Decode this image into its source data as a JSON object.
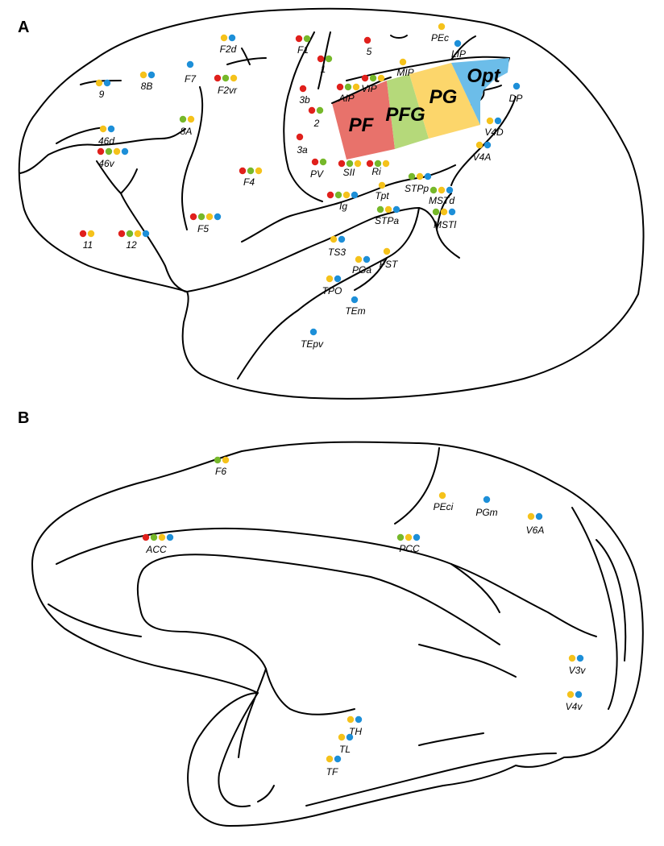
{
  "panels": {
    "a": "A",
    "b": "B"
  },
  "colors": {
    "red": "#e0201c",
    "green": "#76b82a",
    "yellow": "#f5c21b",
    "blue": "#1d8fd8",
    "pf": "#e8726b",
    "pfg": "#b5d97a",
    "pg": "#fcd66b",
    "opt": "#6cbde9"
  },
  "regions": [
    {
      "key": "pf",
      "label": "PF"
    },
    {
      "key": "pfg",
      "label": "PFG"
    },
    {
      "key": "pg",
      "label": "PG"
    },
    {
      "key": "opt",
      "label": "Opt"
    }
  ],
  "areas": [
    {
      "label": "F2d",
      "dots": [
        "yellow",
        "blue"
      ]
    },
    {
      "label": "F1",
      "dots": [
        "red",
        "green"
      ]
    },
    {
      "label": "5",
      "dots": [
        "red"
      ]
    },
    {
      "label": "PEc",
      "dots": [
        "yellow"
      ]
    },
    {
      "label": "LIP",
      "dots": [
        "blue"
      ]
    },
    {
      "label": "1",
      "dots": [
        "red",
        "green"
      ]
    },
    {
      "label": "MIP",
      "dots": [
        "yellow"
      ]
    },
    {
      "label": "9",
      "dots": [
        "yellow",
        "blue"
      ]
    },
    {
      "label": "8B",
      "dots": [
        "yellow",
        "blue"
      ]
    },
    {
      "label": "F7",
      "dots": [
        "blue"
      ]
    },
    {
      "label": "F2vr",
      "dots": [
        "red",
        "green",
        "yellow"
      ]
    },
    {
      "label": "3b",
      "dots": [
        "red"
      ]
    },
    {
      "label": "AIP",
      "dots": [
        "red",
        "green",
        "yellow"
      ]
    },
    {
      "label": "VIP",
      "dots": [
        "red",
        "green",
        "yellow"
      ]
    },
    {
      "label": "DP",
      "dots": [
        "blue"
      ]
    },
    {
      "label": "2",
      "dots": [
        "red",
        "green"
      ]
    },
    {
      "label": "8A",
      "dots": [
        "green",
        "yellow"
      ]
    },
    {
      "label": "46d",
      "dots": [
        "yellow",
        "blue"
      ]
    },
    {
      "label": "V4D",
      "dots": [
        "yellow",
        "blue"
      ]
    },
    {
      "label": "3a",
      "dots": [
        "red"
      ]
    },
    {
      "label": "46v",
      "dots": [
        "red",
        "green",
        "yellow",
        "blue"
      ]
    },
    {
      "label": "V4A",
      "dots": [
        "yellow",
        "blue"
      ]
    },
    {
      "label": "PV",
      "dots": [
        "red",
        "green"
      ]
    },
    {
      "label": "SII",
      "dots": [
        "red",
        "green",
        "yellow"
      ]
    },
    {
      "label": "Ri",
      "dots": [
        "red",
        "green",
        "yellow"
      ]
    },
    {
      "label": "F4",
      "dots": [
        "red",
        "green",
        "yellow"
      ]
    },
    {
      "label": "STPp",
      "dots": [
        "green",
        "yellow",
        "blue"
      ]
    },
    {
      "label": "Tpt",
      "dots": [
        "yellow"
      ]
    },
    {
      "label": "Ig",
      "dots": [
        "red",
        "green",
        "yellow",
        "blue"
      ]
    },
    {
      "label": "MSTd",
      "dots": [
        "green",
        "yellow",
        "blue"
      ]
    },
    {
      "label": "STPa",
      "dots": [
        "green",
        "yellow",
        "blue"
      ]
    },
    {
      "label": "MSTl",
      "dots": [
        "green",
        "yellow",
        "blue"
      ]
    },
    {
      "label": "F5",
      "dots": [
        "red",
        "green",
        "yellow",
        "blue"
      ]
    },
    {
      "label": "11",
      "dots": [
        "red",
        "yellow"
      ]
    },
    {
      "label": "12",
      "dots": [
        "red",
        "green",
        "yellow",
        "blue"
      ]
    },
    {
      "label": "TS3",
      "dots": [
        "yellow",
        "blue"
      ]
    },
    {
      "label": "FST",
      "dots": [
        "yellow"
      ]
    },
    {
      "label": "PGa",
      "dots": [
        "yellow",
        "blue"
      ]
    },
    {
      "label": "TPO",
      "dots": [
        "yellow",
        "blue"
      ]
    },
    {
      "label": "TEm",
      "dots": [
        "blue"
      ]
    },
    {
      "label": "TEpv",
      "dots": [
        "blue"
      ]
    },
    {
      "label": "F6",
      "dots": [
        "green",
        "yellow"
      ]
    },
    {
      "label": "PEci",
      "dots": [
        "yellow"
      ]
    },
    {
      "label": "PGm",
      "dots": [
        "blue"
      ]
    },
    {
      "label": "V6A",
      "dots": [
        "yellow",
        "blue"
      ]
    },
    {
      "label": "ACC",
      "dots": [
        "red",
        "green",
        "yellow",
        "blue"
      ]
    },
    {
      "label": "PCC",
      "dots": [
        "green",
        "yellow",
        "blue"
      ]
    },
    {
      "label": "V3v",
      "dots": [
        "yellow",
        "blue"
      ]
    },
    {
      "label": "V4v",
      "dots": [
        "yellow",
        "blue"
      ]
    },
    {
      "label": "TH",
      "dots": [
        "yellow",
        "blue"
      ]
    },
    {
      "label": "TL",
      "dots": [
        "yellow",
        "blue"
      ]
    },
    {
      "label": "TF",
      "dots": [
        "yellow",
        "blue"
      ]
    }
  ]
}
